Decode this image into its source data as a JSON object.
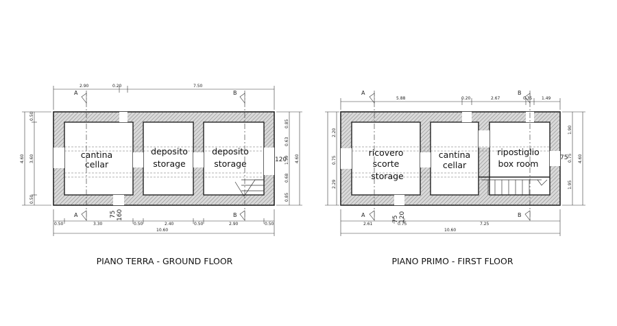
{
  "ground_floor": {
    "title": "PIANO TERRA - GROUND FLOOR",
    "rooms": [
      {
        "line1": "cantina",
        "line2": "cellar"
      },
      {
        "line1": "deposito",
        "line2": "storage"
      },
      {
        "line1": "deposito",
        "line2": "storage"
      }
    ],
    "dims_top": [
      "2.90",
      "0.20",
      "7.50"
    ],
    "dims_bottom": [
      "0.50",
      "3.30",
      "0.50",
      "2.40",
      "0.50",
      "2.90",
      "0.50"
    ],
    "dim_total": "10.60",
    "dims_left": [
      "0.50",
      "3.60",
      "0.50",
      "4.60"
    ],
    "dims_right": [
      "0.85",
      "0.63",
      "1.39",
      "0.68",
      "0.85",
      "4.60"
    ],
    "openings": [
      "75",
      "160",
      "120"
    ],
    "section_markers": [
      "A",
      "B",
      "A",
      "B"
    ]
  },
  "first_floor": {
    "title": "PIANO PRIMO - FIRST FLOOR",
    "rooms": [
      {
        "line1": "ricovero",
        "line2": "scorte",
        "line3": "storage"
      },
      {
        "line1": "cantina",
        "line2": "cellar"
      },
      {
        "line1": "ripostiglio",
        "line2": "box room"
      }
    ],
    "dims_top": [
      "5.88",
      "0.20",
      "2.67",
      "0.35",
      "1.49"
    ],
    "dims_bottom": [
      "2.61",
      "0.75",
      "7.25"
    ],
    "dim_total": "10.60",
    "dims_left": [
      "2.20",
      "0.75",
      "2.29"
    ],
    "dims_right": [
      "1.90",
      "0.75",
      "1.95",
      "4.60"
    ],
    "openings": [
      "75",
      "120",
      "75"
    ],
    "section_markers": [
      "A",
      "B",
      "A",
      "B"
    ]
  }
}
